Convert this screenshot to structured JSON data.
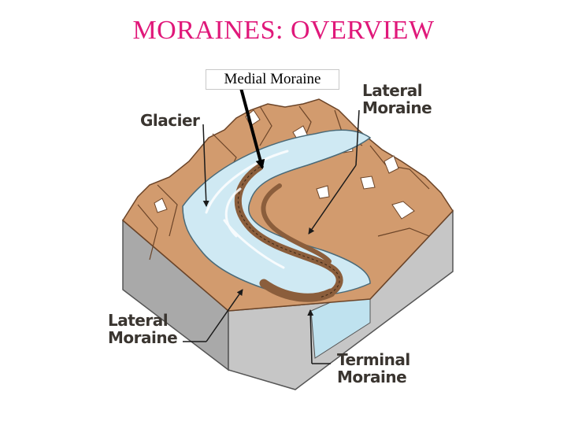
{
  "title": "MORAINES: OVERVIEW",
  "labels": {
    "medial": "Medial Moraine",
    "glacier": "Glacier",
    "lateral_top_1": "Lateral",
    "lateral_top_2": "Moraine",
    "lateral_bottom_1": "Lateral",
    "lateral_bottom_2": "Moraine",
    "terminal_1": "Terminal",
    "terminal_2": "Moraine"
  },
  "colors": {
    "title": "#e0187a",
    "rock": "#d29b6e",
    "rock_dark": "#8a5a38",
    "ice": "#cfe9f3",
    "moraine": "#8b5e3c",
    "block_side": "#a7a7a7",
    "block_front": "#c4c4c4",
    "label_text": "#3a3530"
  }
}
